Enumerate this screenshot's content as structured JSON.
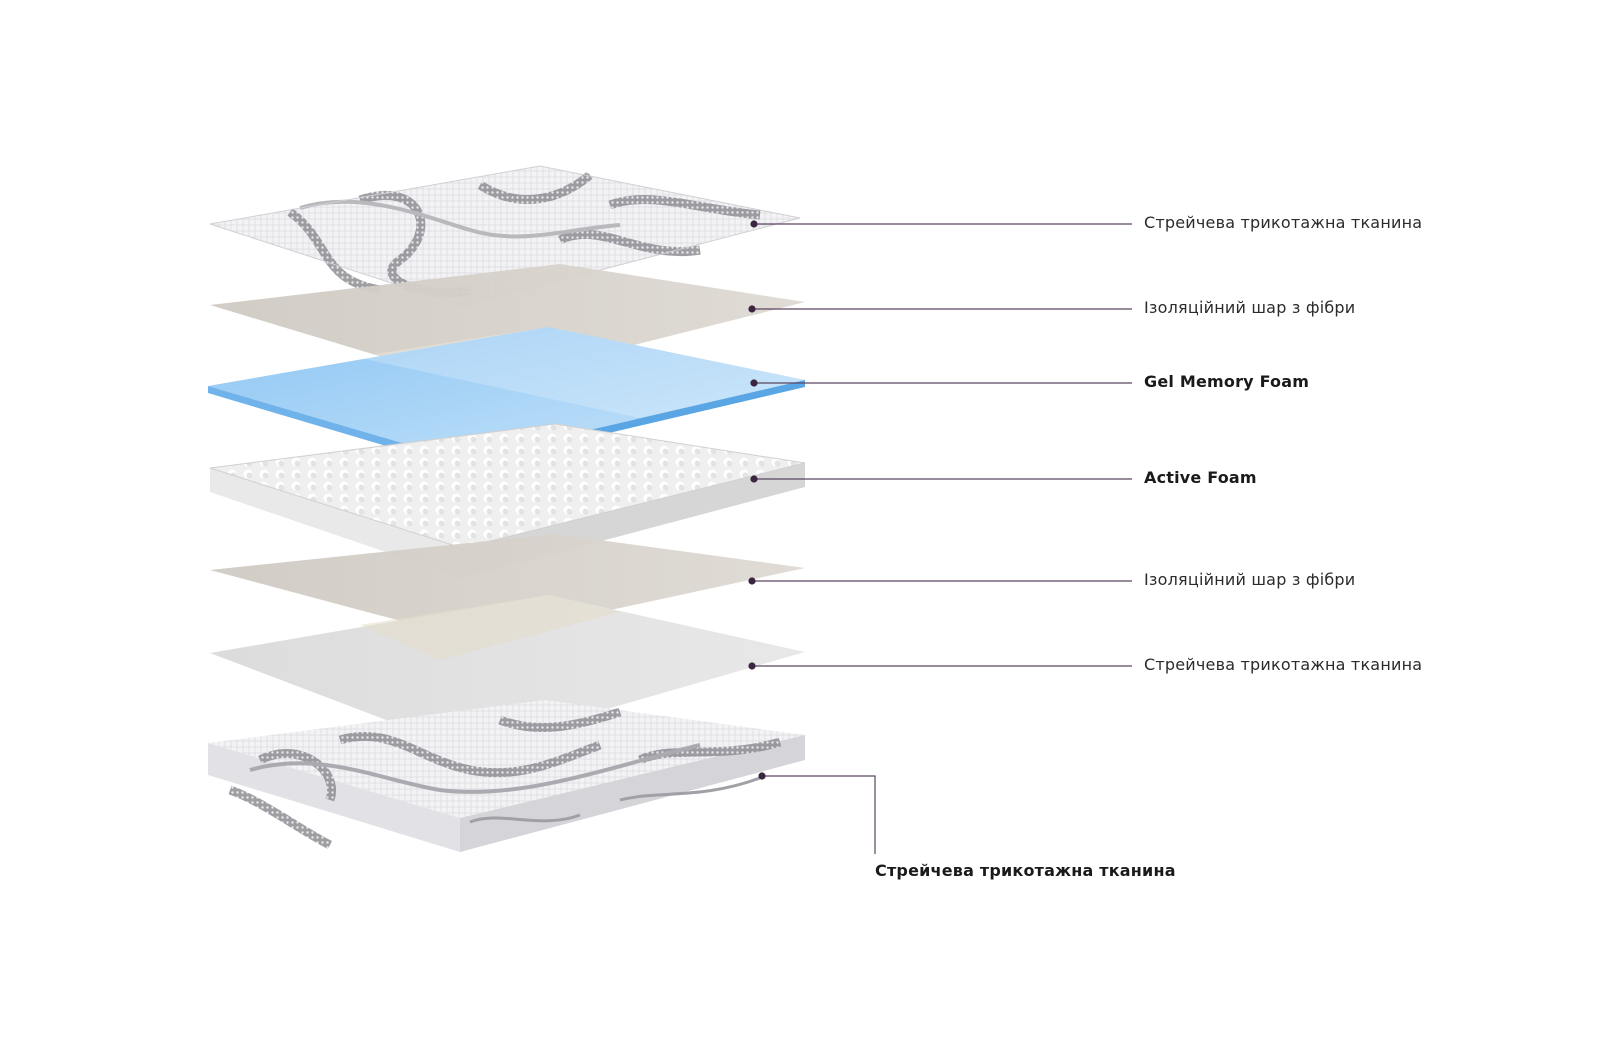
{
  "layers": [
    {
      "id": "top-stretch-fabric",
      "label": "Стрейчева трикотажна тканина",
      "bold": false
    },
    {
      "id": "fiber-insulation-top",
      "label": "Ізоляційний шар з фібри",
      "bold": false
    },
    {
      "id": "gel-memory-foam",
      "label": "Gel Memory Foam",
      "bold": true
    },
    {
      "id": "active-foam",
      "label": "Active Foam",
      "bold": true
    },
    {
      "id": "fiber-insulation-bottom",
      "label": "Ізоляційний шар з фібри",
      "bold": false
    },
    {
      "id": "bottom-stretch-fabric",
      "label": "Стрейчева трикотажна тканина",
      "bold": false
    },
    {
      "id": "cover-stretch-fabric",
      "label": "Стрейчева трикотажна тканина",
      "bold": true
    }
  ],
  "colors": {
    "leader_line": "#5a4660",
    "dot": "#3a2640",
    "fabric": "#f1f1f3",
    "fabric_pattern": "#9a9aa0",
    "fiber": "#d6d2cb",
    "gel": "#a9d3f5",
    "gel_edge": "#6eb4ee",
    "foam": "#f4f4f4",
    "foam_shadow": "#c9c9c9"
  }
}
